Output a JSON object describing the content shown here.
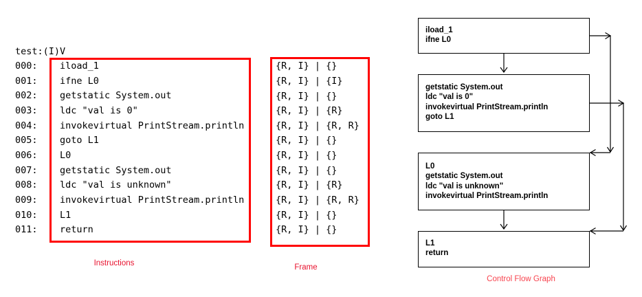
{
  "method_signature": "test:(I)V",
  "colors": {
    "highlight_box_red": "#ff0000",
    "caption_red": "#e8112d",
    "cfg_caption_red": "#f8434e",
    "text_black": "#000000"
  },
  "instructions": {
    "label": "Instructions",
    "rows": [
      {
        "addr": "000:",
        "text": "iload_1"
      },
      {
        "addr": "001:",
        "text": "ifne L0"
      },
      {
        "addr": "002:",
        "text": "getstatic System.out"
      },
      {
        "addr": "003:",
        "text": "ldc \"val is 0\""
      },
      {
        "addr": "004:",
        "text": "invokevirtual PrintStream.println"
      },
      {
        "addr": "005:",
        "text": "goto L1"
      },
      {
        "addr": "006:",
        "text": "L0"
      },
      {
        "addr": "007:",
        "text": "getstatic System.out"
      },
      {
        "addr": "008:",
        "text": "ldc \"val is unknown\""
      },
      {
        "addr": "009:",
        "text": "invokevirtual PrintStream.println"
      },
      {
        "addr": "010:",
        "text": "L1"
      },
      {
        "addr": "011:",
        "text": "return"
      }
    ]
  },
  "frame": {
    "label": "Frame",
    "rows": [
      "{R, I} | {}",
      "{R, I} | {I}",
      "{R, I} | {}",
      "{R, I} | {R}",
      "{R, I} | {R, R}",
      "{R, I} | {}",
      "{R, I} | {}",
      "{R, I} | {}",
      "{R, I} | {R}",
      "{R, I} | {R, R}",
      "{R, I} | {}",
      "{R, I} | {}"
    ]
  },
  "cfg": {
    "label": "Control Flow Graph",
    "blocks": [
      {
        "lines": [
          "iload_1",
          "ifne L0"
        ]
      },
      {
        "lines": [
          "getstatic System.out",
          "ldc \"val is 0\"",
          "invokevirtual PrintStream.println",
          "goto L1"
        ]
      },
      {
        "lines": [
          "L0",
          "getstatic System.out",
          "ldc \"val is unknown\"",
          "invokevirtual PrintStream.println"
        ]
      },
      {
        "lines": [
          "L1",
          "return"
        ]
      }
    ],
    "edges": [
      {
        "from": 0,
        "to": 1,
        "kind": "fallthrough"
      },
      {
        "from": 0,
        "to": 2,
        "kind": "branch ifne L0"
      },
      {
        "from": 1,
        "to": 3,
        "kind": "goto L1"
      },
      {
        "from": 2,
        "to": 3,
        "kind": "fallthrough"
      }
    ]
  }
}
